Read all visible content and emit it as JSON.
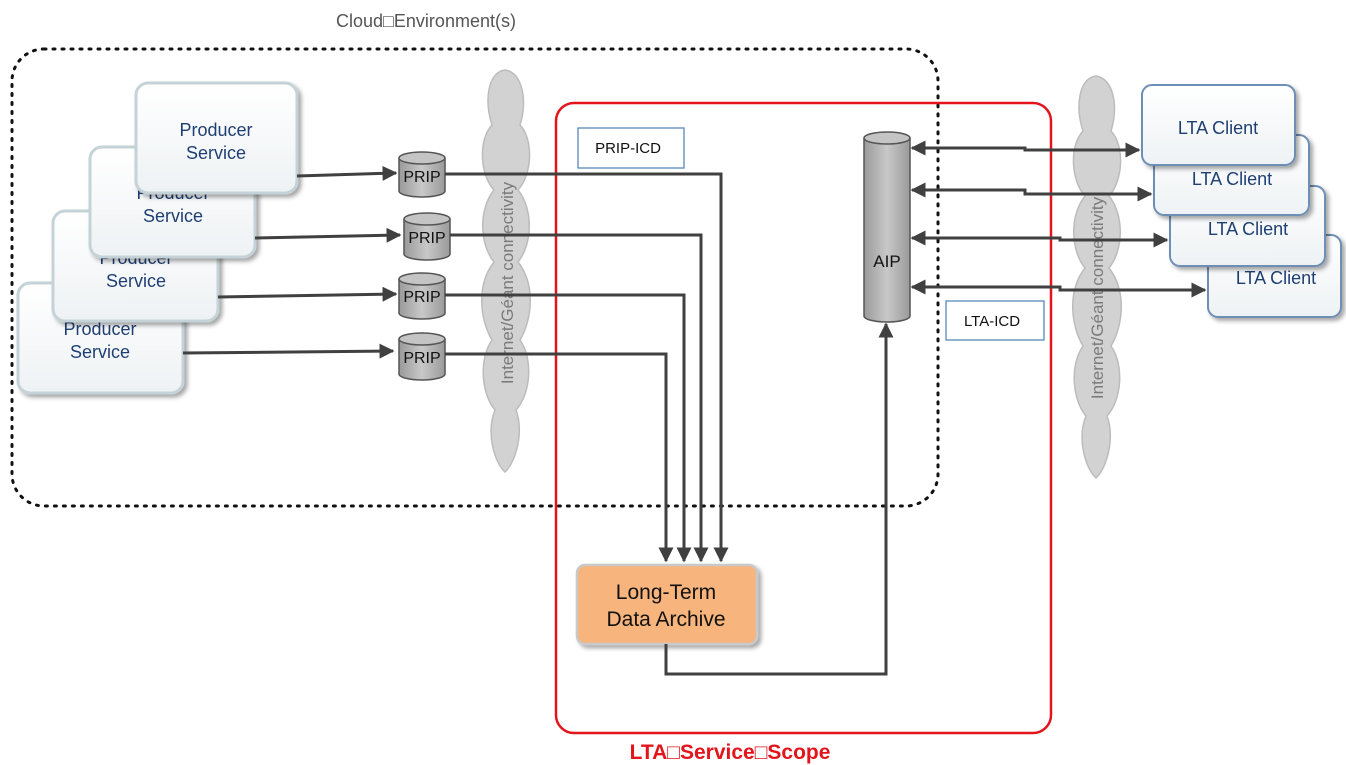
{
  "cloud_env": {
    "label": "Cloud□Environment(s)"
  },
  "scope": {
    "label": "LTA□Service□Scope"
  },
  "producers": [
    {
      "name": "Producer",
      "sub": "Service"
    },
    {
      "name": "Producer",
      "sub": "Service"
    },
    {
      "name": "Producer",
      "sub": "Service"
    },
    {
      "name": "Producer",
      "sub": "Service"
    }
  ],
  "prips": [
    "PRIP",
    "PRIP",
    "PRIP",
    "PRIP"
  ],
  "clouds": [
    {
      "label": "Internet/Géant connectivity"
    },
    {
      "label": "Internet/Géant connectivity"
    }
  ],
  "prip_icd": {
    "label": "PRIP-ICD"
  },
  "lta_icd": {
    "label": "LTA-ICD"
  },
  "aip": {
    "label": "AIP"
  },
  "archive": {
    "line1": "Long-Term",
    "line2": "Data Archive"
  },
  "clients": [
    "LTA Client",
    "LTA Client",
    "LTA Client",
    "LTA Client"
  ],
  "colors": {
    "scope_red": "#e3141b",
    "arrow": "#404040",
    "producer_text": "#1f3f73",
    "archive_fill": "#f7b47c",
    "cylinder_fill": "#b3b3b3",
    "cloud_fill": "#d2d2d2"
  }
}
